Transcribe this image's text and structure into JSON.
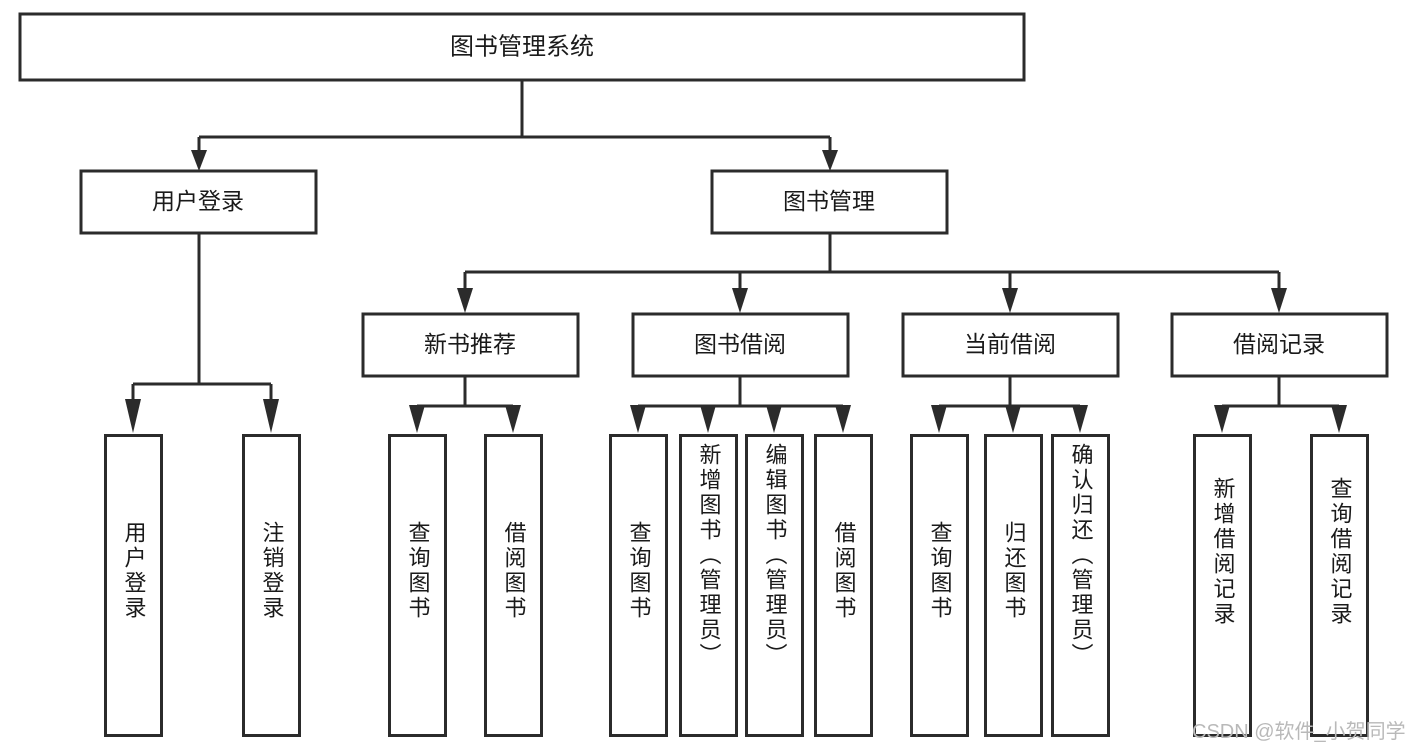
{
  "diagram": {
    "type": "tree-hierarchy",
    "title": "图书管理系统",
    "root": {
      "id": "root",
      "label": "图书管理系统"
    },
    "level2": [
      {
        "id": "user-login",
        "label": "用户登录"
      },
      {
        "id": "book-manage",
        "label": "图书管理"
      }
    ],
    "level3": [
      {
        "id": "new-book-rec",
        "label": "新书推荐",
        "parent": "book-manage"
      },
      {
        "id": "book-borrow",
        "label": "图书借阅",
        "parent": "book-manage"
      },
      {
        "id": "current-borrow",
        "label": "当前借阅",
        "parent": "book-manage"
      },
      {
        "id": "borrow-record",
        "label": "借阅记录",
        "parent": "book-manage"
      }
    ],
    "leaves": [
      {
        "id": "leaf-user-login",
        "label": "用户登录",
        "parent": "user-login"
      },
      {
        "id": "leaf-user-logout",
        "label": "注销登录",
        "parent": "user-login"
      },
      {
        "id": "leaf-query-book-1",
        "label": "查询图书",
        "parent": "new-book-rec"
      },
      {
        "id": "leaf-borrow-book-1",
        "label": "借阅图书",
        "parent": "new-book-rec"
      },
      {
        "id": "leaf-query-book-2",
        "label": "查询图书",
        "parent": "book-borrow"
      },
      {
        "id": "leaf-add-book",
        "label": "新增图书（管理员）",
        "parent": "book-borrow"
      },
      {
        "id": "leaf-edit-book",
        "label": "编辑图书（管理员）",
        "parent": "book-borrow"
      },
      {
        "id": "leaf-borrow-book-2",
        "label": "借阅图书",
        "parent": "book-borrow"
      },
      {
        "id": "leaf-query-book-3",
        "label": "查询图书",
        "parent": "current-borrow"
      },
      {
        "id": "leaf-return-book",
        "label": "归还图书",
        "parent": "current-borrow"
      },
      {
        "id": "leaf-confirm-return",
        "label": "确认归还（管理员）",
        "parent": "current-borrow"
      },
      {
        "id": "leaf-add-record",
        "label": "新增借阅记录",
        "parent": "borrow-record"
      },
      {
        "id": "leaf-query-record",
        "label": "查询借阅记录",
        "parent": "borrow-record"
      }
    ]
  },
  "watermark": {
    "text": "CSDN @软件_小贺同学"
  },
  "colors": {
    "stroke": "#2b2b2b",
    "fill": "#ffffff",
    "text": "#1a1a1a",
    "watermark": "#b9b9b9"
  }
}
